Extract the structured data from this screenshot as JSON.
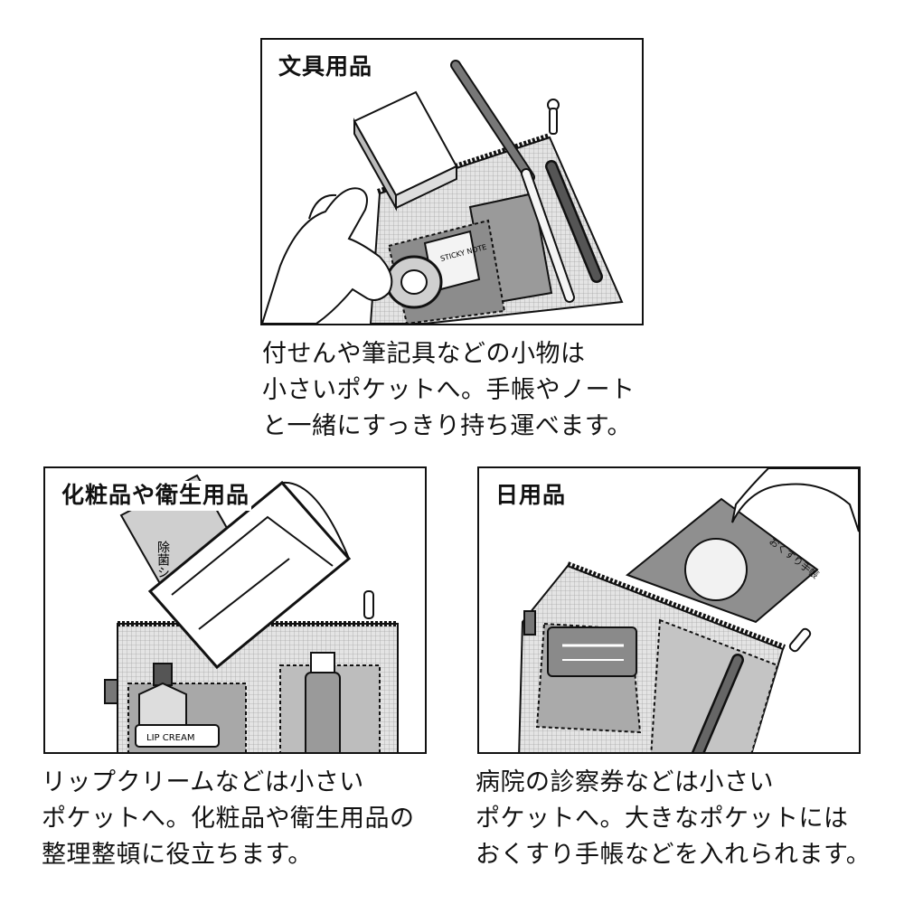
{
  "panels": {
    "stationery": {
      "title": "文具用品",
      "caption": [
        "付せんや筆記具などの小物は",
        "小さいポケットへ。手帳やノート",
        "と一緒にすっきり持ち運べます。"
      ],
      "illustration_text": "STICKY NOTE"
    },
    "cosmetics": {
      "title": "化粧品や衛生用品",
      "caption": [
        "リップクリームなどは小さい",
        "ポケットへ。化粧品や衛生用品の",
        "整理整頓に役立ちます。"
      ],
      "wipes_label": "除菌シー",
      "lip_label": "LIP CREAM"
    },
    "daily": {
      "title": "日用品",
      "caption": [
        "病院の診察券などは小さい",
        "ポケットへ。大きなポケットには",
        "おくすり手帳などを入れられます。"
      ],
      "notebook_label": "おくすり手帳"
    }
  },
  "colors": {
    "ink": "#111111",
    "mesh": "#cfcfcf",
    "pocket": "#9a9a9a",
    "dark_pocket": "#7a7a7a"
  }
}
